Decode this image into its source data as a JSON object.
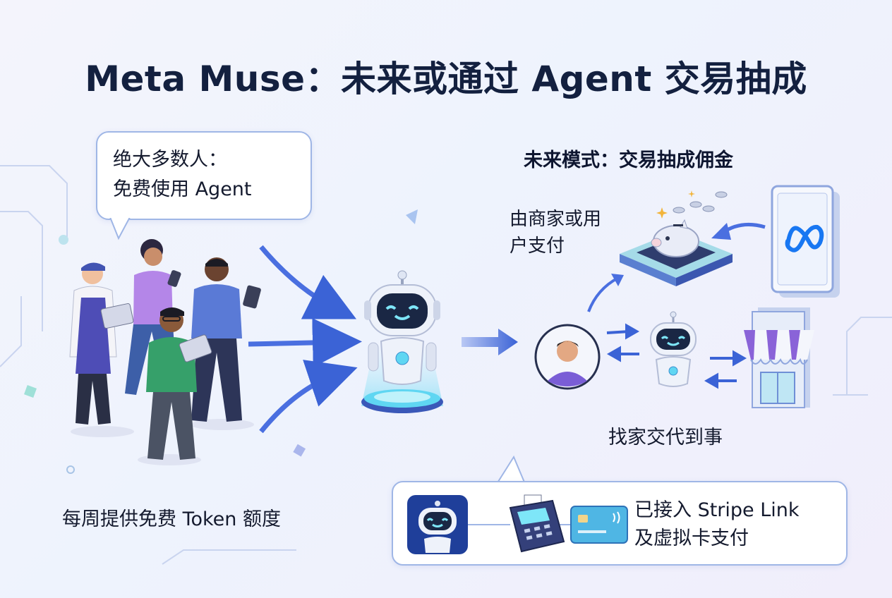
{
  "title": "Meta Muse：未来或通过 Agent 交易抽成",
  "left": {
    "bubble_line1": "绝大多数人：",
    "bubble_line2": "免费使用 Agent",
    "caption": "每周提供免费 Token 额度"
  },
  "right": {
    "model_title": "未来模式：交易抽成佣金",
    "payer_label": "由商家或用户支付",
    "delegate_label": "找家交代到事",
    "payment_line1": "已接入 Stripe Link",
    "payment_line2": "及虚拟卡支付"
  },
  "colors": {
    "title": "#13203f",
    "accent_blue": "#3b63d6",
    "arrow_blue": "#4a6fe0",
    "glow_cyan": "#5fd6f2",
    "meta_blue": "#1877f2",
    "awning_purple": "#8a63d8"
  },
  "icons": [
    "people-group-icon",
    "robot-icon",
    "user-avatar-icon",
    "small-robot-icon",
    "piggy-bank-icon",
    "meta-logo-icon",
    "storefront-icon",
    "robot-app-icon",
    "pos-terminal-icon",
    "credit-card-icon"
  ]
}
